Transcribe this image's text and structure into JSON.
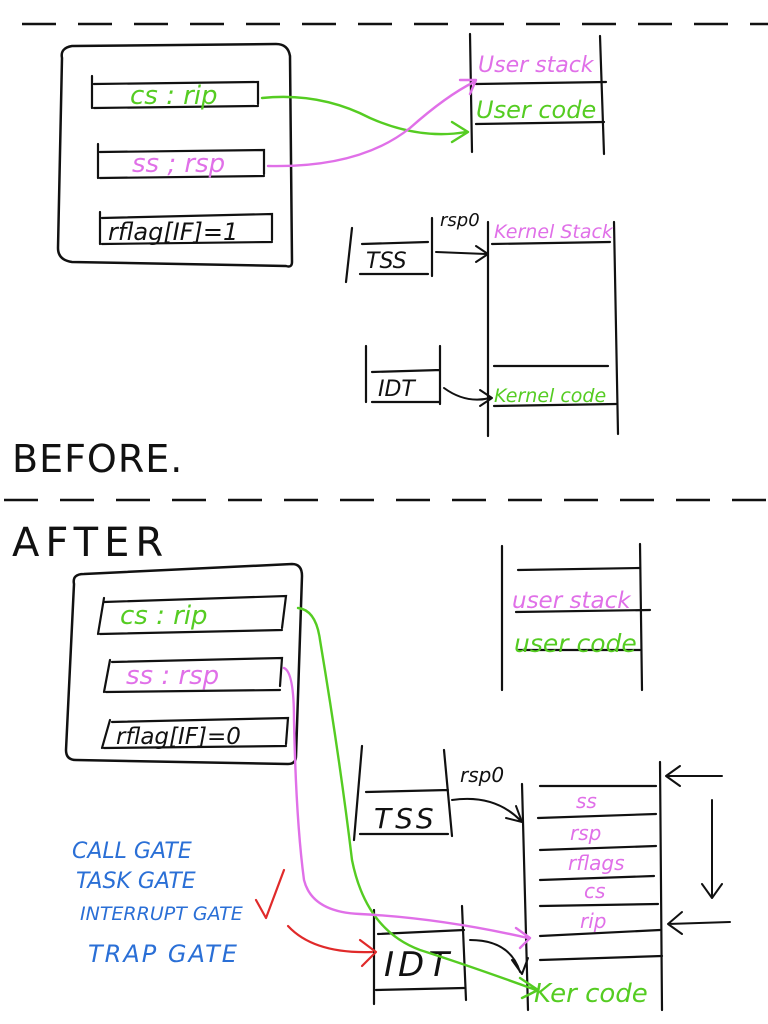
{
  "colors": {
    "ink": "#111111",
    "green": "#55cc22",
    "pink": "#e070e8",
    "blue": "#2a6fd6",
    "red": "#e02a2a"
  },
  "before": {
    "label": "BEFORE.",
    "registers": {
      "cs_rip": "cs : rip",
      "ss_rsp": "ss ; rsp",
      "rflags": "rflag[IF]=1"
    },
    "user_memory": {
      "stack": "User stack",
      "code": "User code"
    },
    "tss": "TSS",
    "rsp0": "rsp0",
    "idt": "IDT",
    "kernel_memory": {
      "stack": "Kernel Stack",
      "code": "Kernel code"
    }
  },
  "after": {
    "label": "AFTER",
    "registers": {
      "cs_rip": "cs : rip",
      "ss_rsp": "ss : rsp",
      "rflags": "rflag[IF]=0"
    },
    "user_memory": {
      "stack": "user stack",
      "code": "user code"
    },
    "tss": "TSS",
    "rsp0": "rsp0",
    "idt": "IDT",
    "kernel_stack_entries": [
      "ss",
      "rsp",
      "rflags",
      "cs",
      "rip"
    ],
    "kernel_code": "Ker code",
    "gate_types": [
      "CALL GATE",
      "TASK GATE",
      "INTERRUPT GATE",
      "TRAP GATE"
    ]
  }
}
